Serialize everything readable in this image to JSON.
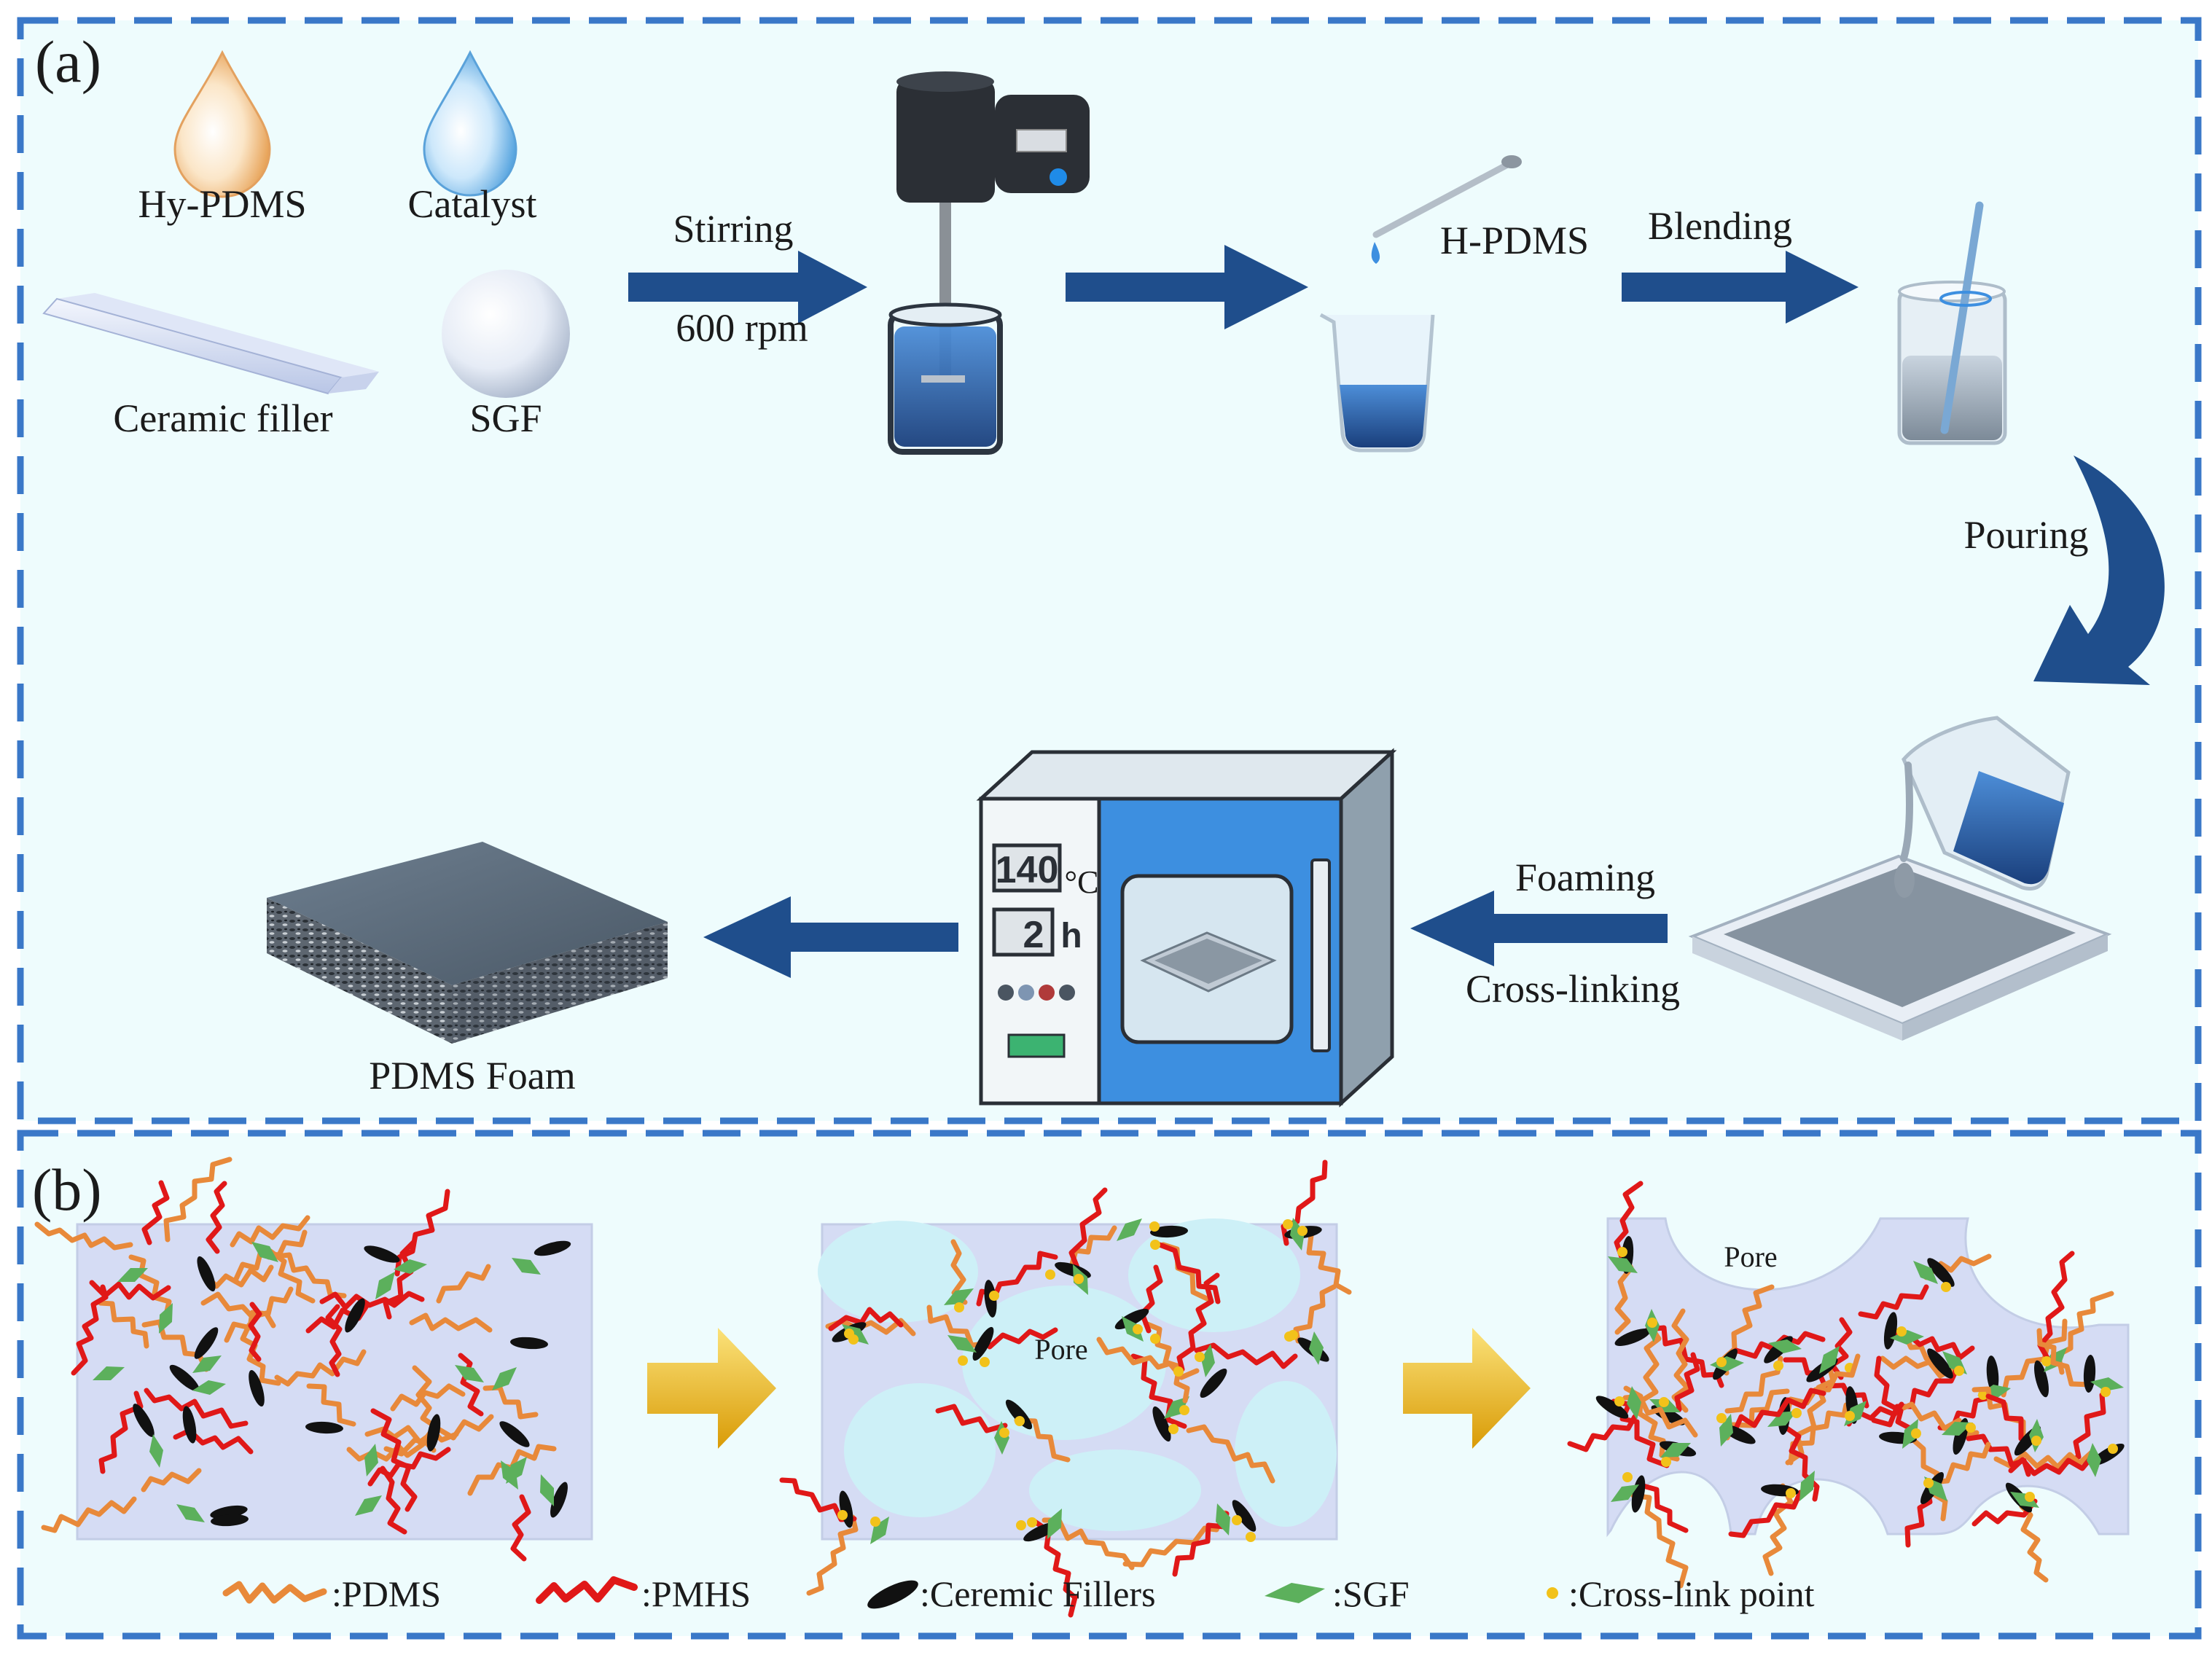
{
  "panel_a": {
    "label": "(a)",
    "materials": {
      "hy_pdms": "Hy-PDMS",
      "catalyst": "Catalyst",
      "ceramic_filler": "Ceramic filler",
      "sgf": "SGF"
    },
    "steps": {
      "stirring": "Stirring",
      "speed": "600 rpm",
      "h_pdms": "H-PDMS",
      "blending": "Blending",
      "pouring": "Pouring",
      "foaming": "Foaming",
      "cross_linking": "Cross-linking"
    },
    "oven": {
      "temperature": "140",
      "temperature_unit": "°C",
      "time": "2",
      "time_unit": "h"
    },
    "product": "PDMS Foam"
  },
  "panel_b": {
    "label": "(b)",
    "pore_label": "Pore",
    "legend": {
      "pdms": ":PDMS",
      "pmhs": ":PMHS",
      "ceramic": ":Ceremic Fillers",
      "sgf": ":SGF",
      "crosslink": ":Cross-link point"
    }
  },
  "colors": {
    "frame_dash": "#3a78c8",
    "panel_bg": "#eefcfd",
    "process_arrow": "#1f4e8c",
    "yellow_arrow": "#e8b90e",
    "pdms_chain": "#e8893a",
    "pmhs_chain": "#e01818",
    "ceramic_filler": "#111111",
    "sgf_flake": "#5cb05c",
    "crosslink_point": "#f2c21a",
    "oven_blue": "#3d8fe0"
  }
}
